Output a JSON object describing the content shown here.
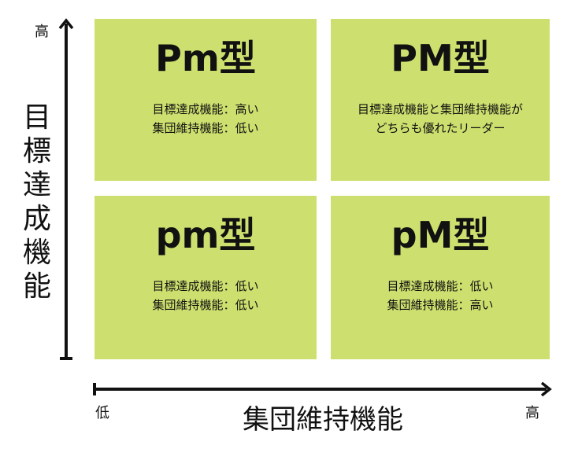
{
  "diagram": {
    "quadrants": {
      "top_left": {
        "title": "Pm型",
        "lines": [
          "目標達成機能：高い",
          "集団維持機能：低い"
        ]
      },
      "top_right": {
        "title": "PM型",
        "lines": [
          "目標達成機能と集団維持機能が",
          "どちらも優れたリーダー"
        ]
      },
      "bottom_left": {
        "title": "pm型",
        "lines": [
          "目標達成機能：低い",
          "集団維持機能：低い"
        ]
      },
      "bottom_right": {
        "title": "pM型",
        "lines": [
          "目標達成機能：低い",
          "集団維持機能：高い"
        ]
      }
    },
    "y_axis": {
      "title": "目標達成機能",
      "high_label": "高"
    },
    "x_axis": {
      "title": "集団維持機能",
      "low_label": "低",
      "high_label": "高"
    },
    "colors": {
      "quadrant_fill": "#cde06f",
      "axis": "#111111"
    }
  }
}
